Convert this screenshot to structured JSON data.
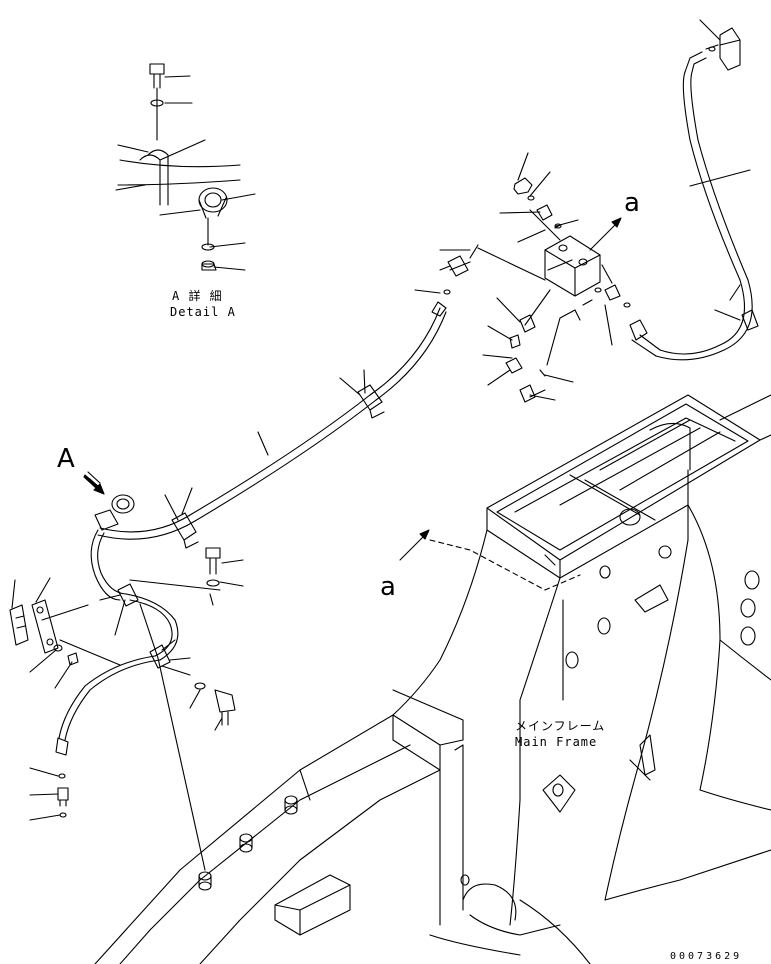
{
  "detail": {
    "jp": "A 詳 細",
    "en": "Detail A"
  },
  "markers": {
    "view_a_upper": "A",
    "arrow_a_right": "a",
    "arrow_a_frame": "a"
  },
  "frame_label": {
    "jp": "メインフレーム",
    "en": "Main Frame"
  },
  "drawing_code": "00073629"
}
